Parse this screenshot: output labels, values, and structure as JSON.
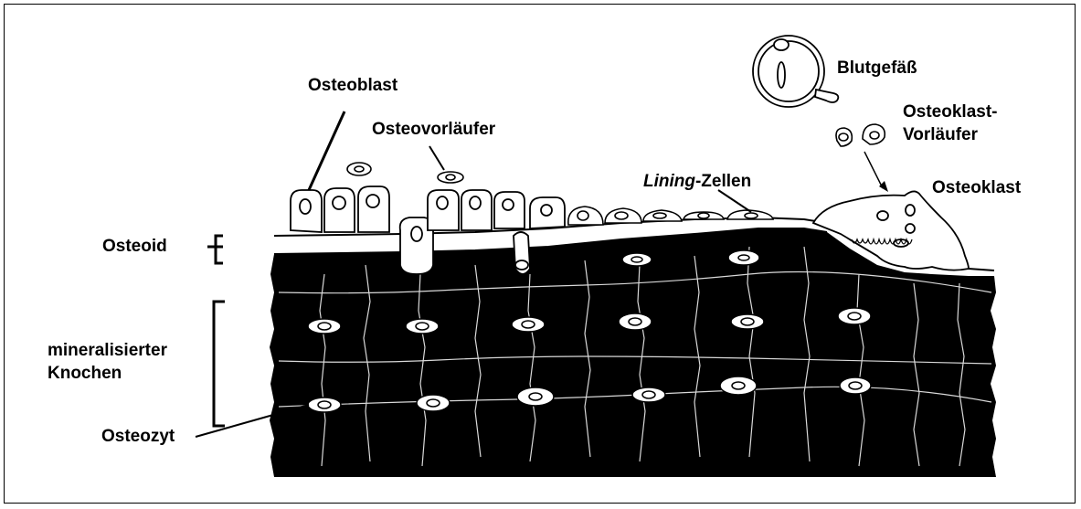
{
  "labels": {
    "osteoblast": "Osteoblast",
    "osteovorlaeufer": "Osteovorläufer",
    "lining_italic": "Lining",
    "lining_rest": "-Zellen",
    "blutgefaess": "Blutgefäß",
    "osteoklast_vorlaeufer_line1": "Osteoklast-",
    "osteoklast_vorlaeufer_line2": "Vorläufer",
    "osteoklast": "Osteoklast",
    "osteoid": "Osteoid",
    "mineralisierter_line1": "mineralisierter",
    "mineralisierter_line2": "Knochen",
    "osteozyt": "Osteozyt"
  },
  "colors": {
    "bone": "#000000",
    "cells": "#ffffff",
    "outline": "#000000"
  }
}
